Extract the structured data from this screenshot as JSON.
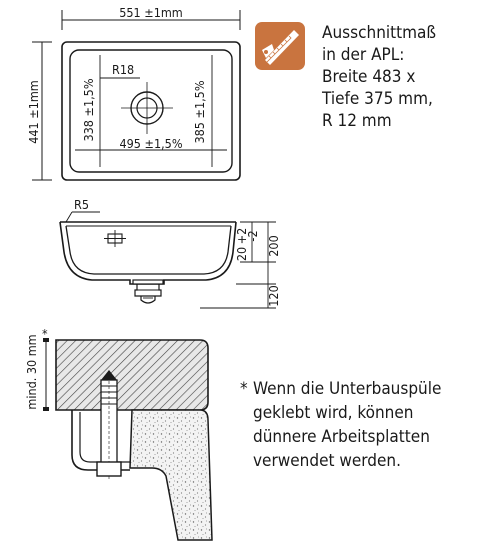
{
  "top_view": {
    "width_label": "551 ±1mm",
    "height_label": "441 ±1mm",
    "corner_radius_label": "R18",
    "inner_left_label": "338 ±1,5%",
    "inner_right_label": "385 ±1,5%",
    "inner_width_label": "495 ±1,5%"
  },
  "cutout_note": {
    "icon": "saw-icon",
    "icon_color": "#c9743f",
    "lines": [
      "Ausschnittmaß",
      "in der APL:",
      "Breite 483 x",
      "Tiefe 375 mm,",
      "R 12 mm"
    ]
  },
  "section_view": {
    "radius_label": "R5",
    "tol_label": "20",
    "tol_plus": "+2",
    "tol_minus": "-2",
    "depth_label": "200",
    "drain_label": "120"
  },
  "mount_detail": {
    "thickness_label": "mind. 30 mm",
    "asterisk": "*"
  },
  "footnote": {
    "marker": "*",
    "lines": [
      "Wenn die Unterbauspüle",
      "geklebt wird, können",
      "dünnere Arbeitsplatten",
      "verwendet werden."
    ]
  }
}
